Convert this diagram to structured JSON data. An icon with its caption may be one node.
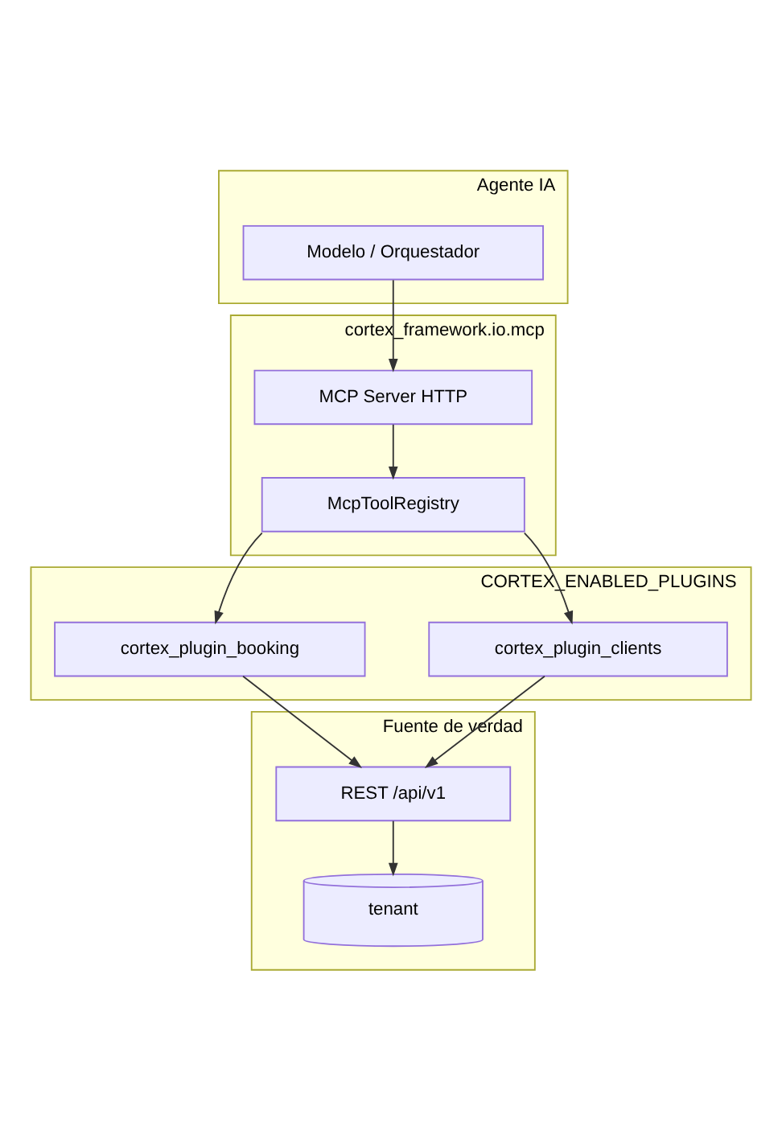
{
  "diagram": {
    "nodes": [
      {
        "text": [
          "Agente IA"
        ]
      },
      {
        "text": [
          "Modelo / Orquestador"
        ],
        "in": 0
      },
      {
        "text": [
          "cortex_framework.io.mcp"
        ]
      },
      {
        "text": [
          "MCP Server HTTP"
        ],
        "in": 2
      },
      {
        "text": [
          "McpToolRegistry"
        ],
        "in": 2
      },
      {
        "text": [
          "CORTEX_ENABLED_PLUGINS"
        ]
      },
      {
        "text": [
          "cortex_plugin_booking"
        ],
        "in": 5
      },
      {
        "text": [
          "cortex_plugin_clients"
        ],
        "in": 5
      },
      {
        "text": [
          "Fuente de verdad"
        ]
      },
      {
        "text": [
          "REST /api/v1"
        ],
        "in": 8
      },
      {
        "text": [
          "tenant"
        ],
        "in": 8
      }
    ],
    "edges": [
      {
        "from": 1,
        "to": 3,
        "arrow": "to"
      },
      {
        "from": 3,
        "to": 4,
        "arrow": "to"
      },
      {
        "from": 4,
        "to": 6,
        "arrow": "to"
      },
      {
        "from": 4,
        "to": 7,
        "arrow": "to"
      },
      {
        "from": 6,
        "to": 9,
        "arrow": "to"
      },
      {
        "from": 7,
        "to": 9,
        "arrow": "to"
      },
      {
        "from": 9,
        "to": 10,
        "arrow": "to"
      }
    ]
  }
}
